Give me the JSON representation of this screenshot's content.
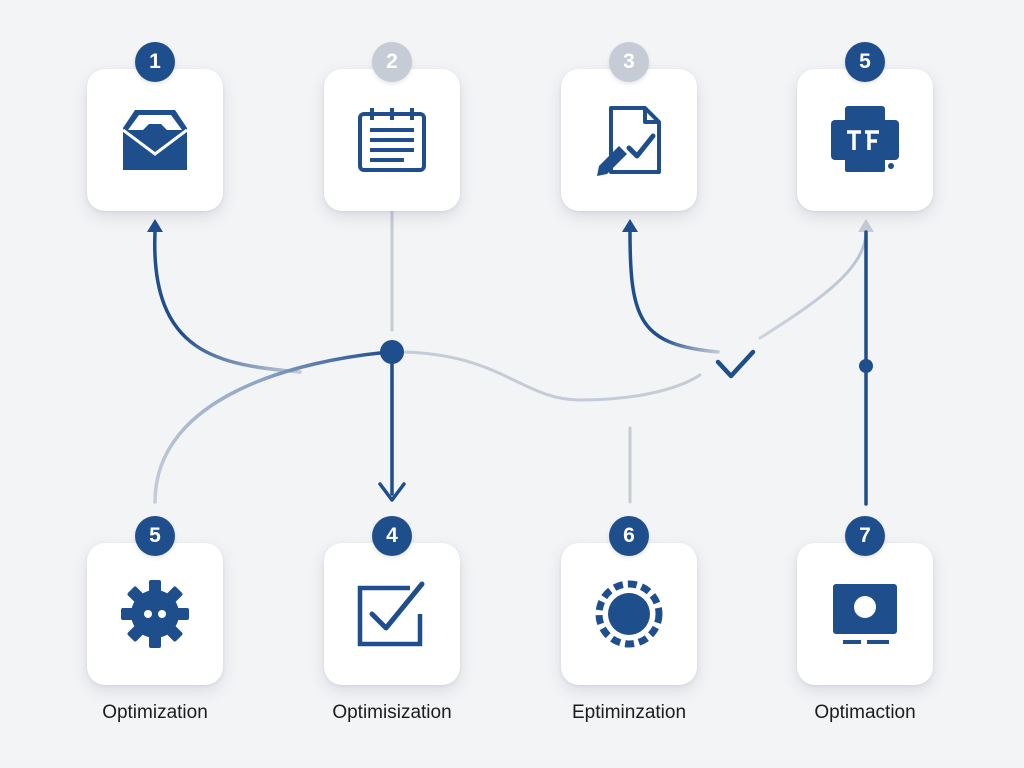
{
  "colors": {
    "primary": "#1f4e8c",
    "muted": "#c5ccd6",
    "background": "#f3f4f6",
    "card": "#ffffff"
  },
  "top_row": [
    {
      "badge": "1",
      "icon": "inbox-tray-icon",
      "badge_style": "primary"
    },
    {
      "badge": "2",
      "icon": "notepad-icon",
      "badge_style": "muted"
    },
    {
      "badge": "3",
      "icon": "document-edit-check-icon",
      "badge_style": "muted"
    },
    {
      "badge": "5",
      "icon": "printer-icon",
      "badge_style": "primary"
    }
  ],
  "bottom_row": [
    {
      "badge": "5",
      "icon": "gear-icon",
      "label": "Optimization"
    },
    {
      "badge": "4",
      "icon": "checkbox-check-icon",
      "label": "Optimisization"
    },
    {
      "badge": "6",
      "icon": "dashed-circle-icon",
      "label": "Eptiminzation"
    },
    {
      "badge": "7",
      "icon": "monitor-icon",
      "label": "Optimaction"
    }
  ]
}
